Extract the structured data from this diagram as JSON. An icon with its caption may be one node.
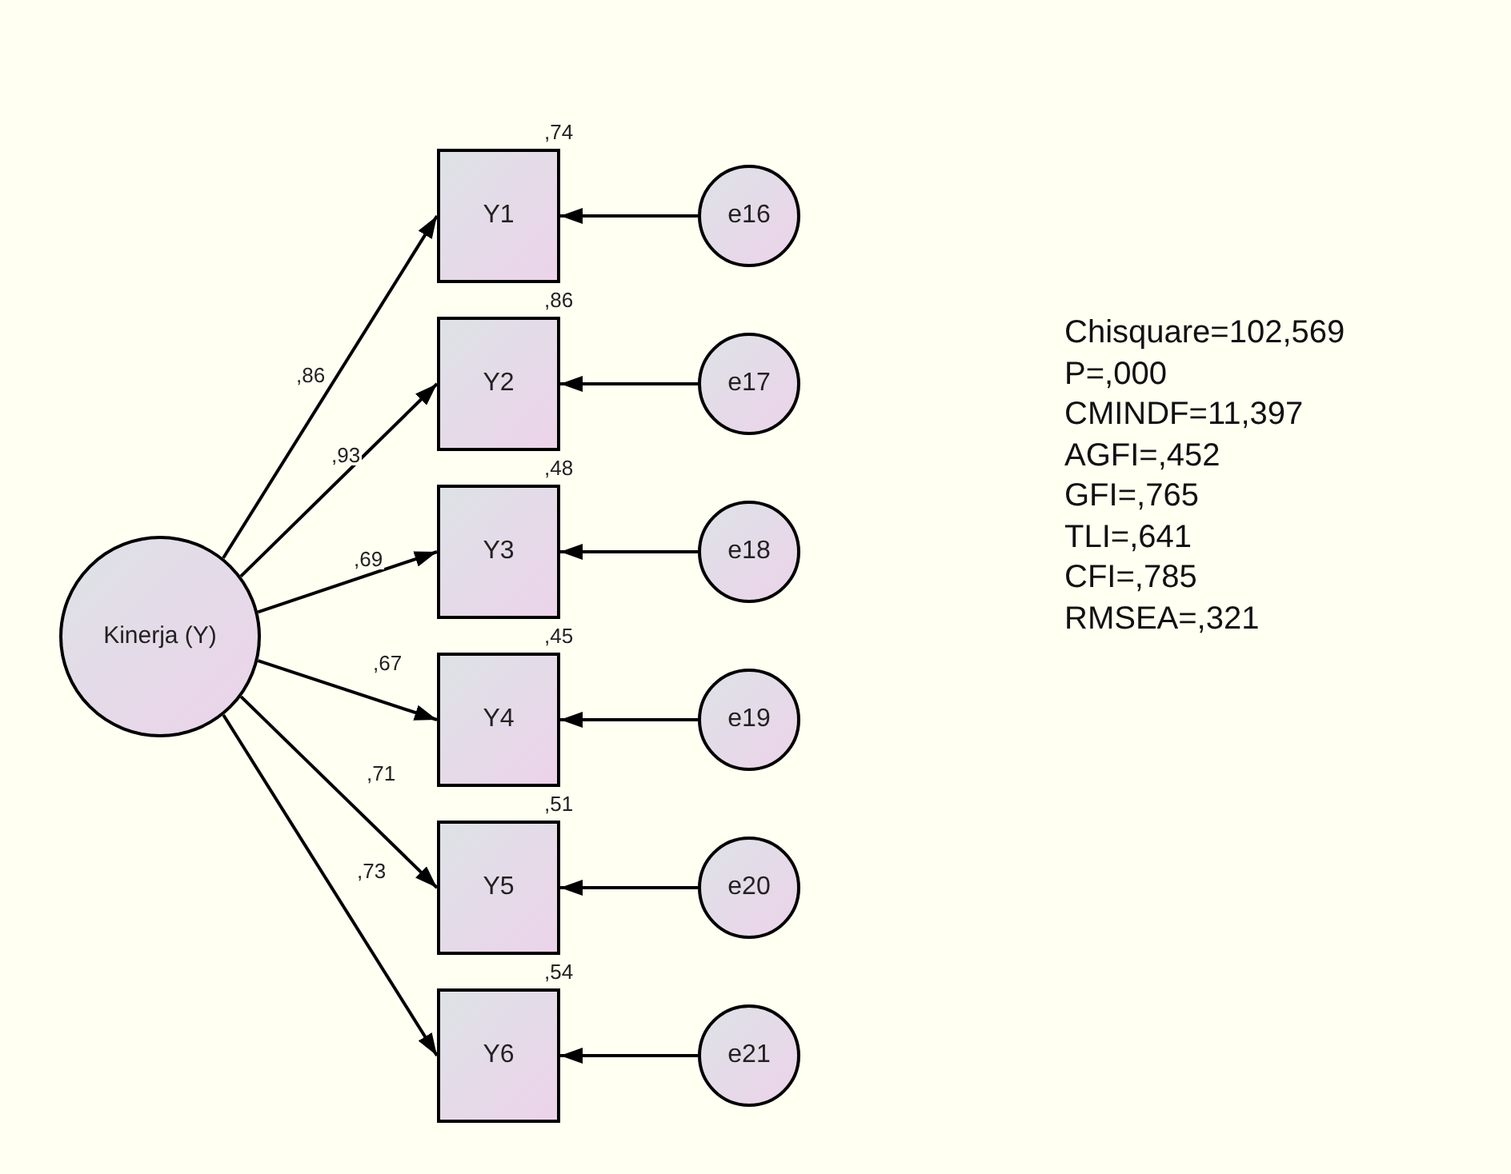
{
  "diagram": {
    "nodes": [
      {
        "text": [
          "Kinerja (Y)"
        ]
      },
      {
        "text": [
          "Y1"
        ],
        "beside": [
          ",74"
        ]
      },
      {
        "text": [
          "Y2"
        ],
        "beside": [
          ",86"
        ]
      },
      {
        "text": [
          "Y3"
        ],
        "beside": [
          ",48"
        ]
      },
      {
        "text": [
          "Y4"
        ],
        "beside": [
          ",45"
        ]
      },
      {
        "text": [
          "Y5"
        ],
        "beside": [
          ",51"
        ]
      },
      {
        "text": [
          "Y6"
        ],
        "beside": [
          ",54"
        ]
      },
      {
        "text": [
          "e16"
        ]
      },
      {
        "text": [
          "e17"
        ]
      },
      {
        "text": [
          "e18"
        ]
      },
      {
        "text": [
          "e19"
        ]
      },
      {
        "text": [
          "e20"
        ]
      },
      {
        "text": [
          "e21"
        ]
      }
    ],
    "edges": [
      {
        "from": 0,
        "to": 1,
        "arrow": "to",
        "label": ",86"
      },
      {
        "from": 0,
        "to": 2,
        "arrow": "to",
        "label": ",93"
      },
      {
        "from": 0,
        "to": 3,
        "arrow": "to",
        "label": ",69"
      },
      {
        "from": 0,
        "to": 4,
        "arrow": "to",
        "label": ",67"
      },
      {
        "from": 0,
        "to": 5,
        "arrow": "to",
        "label": ",71"
      },
      {
        "from": 0,
        "to": 6,
        "arrow": "to",
        "label": ",73"
      },
      {
        "from": 7,
        "to": 1,
        "arrow": "to"
      },
      {
        "from": 8,
        "to": 2,
        "arrow": "to"
      },
      {
        "from": 9,
        "to": 3,
        "arrow": "to"
      },
      {
        "from": 10,
        "to": 4,
        "arrow": "to"
      },
      {
        "from": 11,
        "to": 5,
        "arrow": "to"
      },
      {
        "from": 12,
        "to": 6,
        "arrow": "to"
      }
    ],
    "labels": [
      "Chisquare=102,569",
      "P=,000",
      "CMINDF=11,397",
      "AGFI=,452",
      "GFI=,765",
      "TLI=,641",
      "CFI=,785",
      "RMSEA=,321"
    ]
  }
}
